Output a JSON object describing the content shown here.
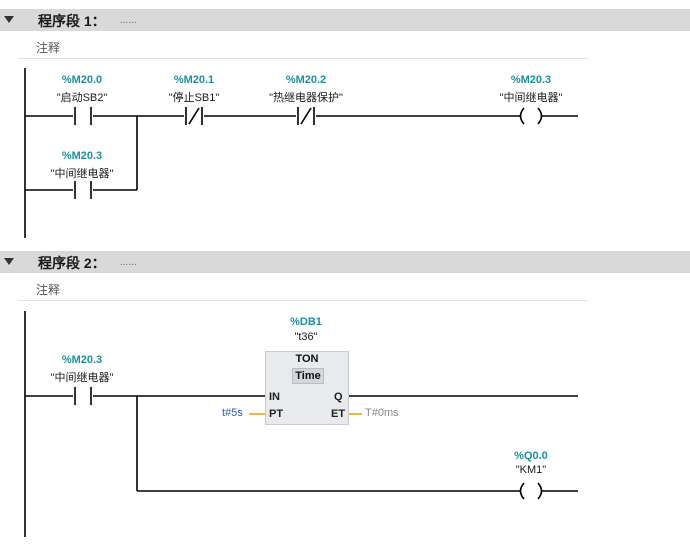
{
  "networks": [
    {
      "title": "程序段 1：",
      "dots": "......",
      "comment": "注释",
      "contacts": [
        {
          "addr": "%M20.0",
          "symbol": "\"启动SB2\"",
          "type": "NO"
        },
        {
          "addr": "%M20.1",
          "symbol": "\"停止SB1\"",
          "type": "NC"
        },
        {
          "addr": "%M20.2",
          "symbol": "\"热继电器保护\"",
          "type": "NC"
        },
        {
          "addr": "%M20.3",
          "symbol": "\"中间继电器\"",
          "type": "NO-branch"
        }
      ],
      "coil": {
        "addr": "%M20.3",
        "symbol": "\"中间继电器\""
      }
    },
    {
      "title": "程序段 2：",
      "dots": "......",
      "comment": "注释",
      "contact": {
        "addr": "%M20.3",
        "symbol": "\"中间继电器\"",
        "type": "NO"
      },
      "timer": {
        "db": "%DB1",
        "instance": "\"t36\"",
        "type": "TON",
        "time_type": "Time",
        "pin_in": "IN",
        "pin_pt": "PT",
        "pin_q": "Q",
        "pin_et": "ET",
        "pt_value": "t#5s",
        "et_value": "T#0ms"
      },
      "coil": {
        "addr": "%Q0.0",
        "symbol": "\"KM1\""
      }
    }
  ],
  "colors": {
    "address": "#1e8f9c",
    "wire": "#000000",
    "param_line": "#f0a020",
    "pt_value": "#2a5fc0",
    "et_value": "#888888"
  }
}
